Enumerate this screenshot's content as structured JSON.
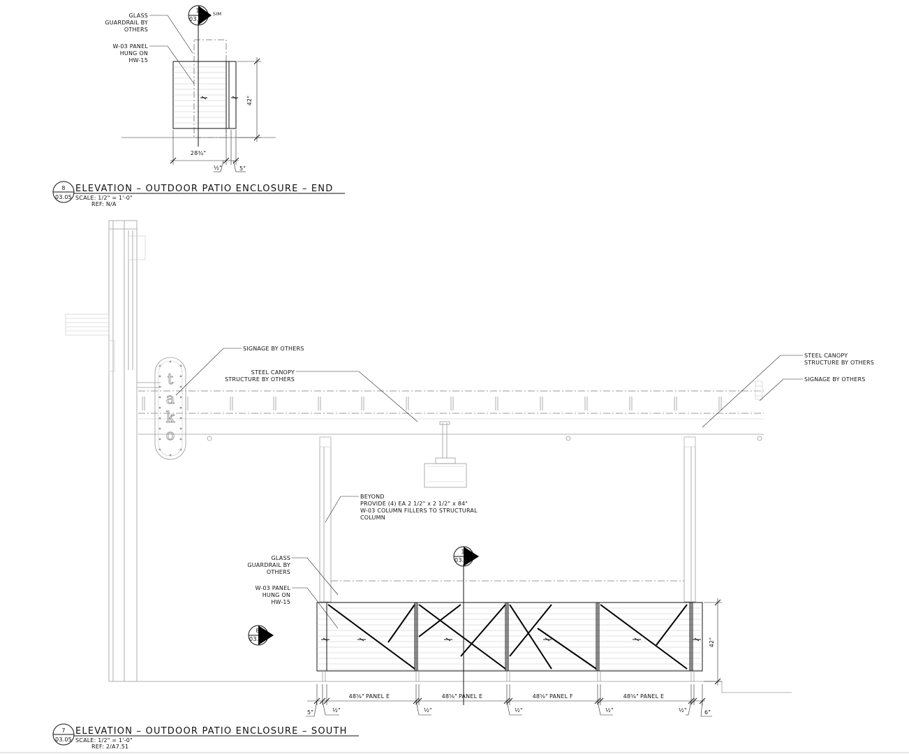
{
  "end_view": {
    "tag_top": {
      "num": "1",
      "sheet": "03.07",
      "suffix": "SIM"
    },
    "label_glass": [
      "GLASS",
      "GUARDRAIL BY",
      "OTHERS"
    ],
    "label_panel": [
      "W-03 PANEL",
      "HUNG ON",
      "HW-15"
    ],
    "dim_height": "42\"",
    "dim_width": "28¾\"",
    "dim_gap": "½\"",
    "dim_offset": "5\"",
    "title": {
      "num": "8",
      "sheet": "03.05",
      "text": "ELEVATION – OUTDOOR PATIO ENCLOSURE – END",
      "scale": "SCALE: 1/2\" = 1'-0\"",
      "ref": "REF: N/A"
    }
  },
  "south_view": {
    "label_signage_left": "SIGNAGE BY OTHERS",
    "label_canopy_left": [
      "STEEL CANOPY",
      "STRUCTURE BY OTHERS"
    ],
    "label_canopy_right": [
      "STEEL CANOPY",
      "STRUCTURE BY OTHERS"
    ],
    "label_signage_right": "SIGNAGE BY OTHERS",
    "sign_letters": [
      "t",
      "a",
      "k",
      "o"
    ],
    "label_beyond": [
      "BEYOND",
      "PROVIDE (4) EA 2 1/2\" x 2 1/2\" x 84\"",
      "W-03 COLUMN FILLERS TO STRUCTURAL",
      "COLUMN"
    ],
    "label_glass": [
      "GLASS",
      "GUARDRAIL BY",
      "OTHERS"
    ],
    "label_panel": [
      "W-03 PANEL",
      "HUNG ON",
      "HW-15"
    ],
    "section_tag": {
      "num": "1",
      "sheet": "03.07"
    },
    "end_tag": {
      "num": "8",
      "sheet": "03.05"
    },
    "dim_height": "42\"",
    "panels": [
      {
        "width": "48⅝\"",
        "name": "PANEL E"
      },
      {
        "width": "48⅝\"",
        "name": "PANEL E"
      },
      {
        "width": "48⅝\"",
        "name": "PANEL F"
      },
      {
        "width": "48⅝\"",
        "name": "PANEL E"
      }
    ],
    "dim_left": "5\"",
    "dim_right": "6\"",
    "dim_gap": "½\"",
    "title": {
      "num": "7",
      "sheet": "03.05",
      "text": "ELEVATION – OUTDOOR PATIO ENCLOSURE – SOUTH",
      "scale": "SCALE: 1/2\" = 1'-0\"",
      "ref": "REF: 2/A7.51"
    }
  }
}
